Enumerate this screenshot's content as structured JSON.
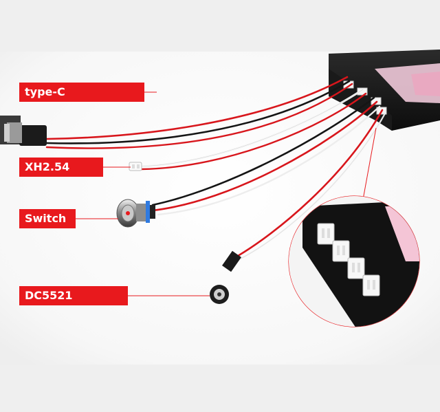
{
  "labels": {
    "type_c": "type-C",
    "xh254": "XH2.54",
    "switch": "Switch",
    "dc5521": "DC5521"
  },
  "colors": {
    "label_bg": "#e8191d",
    "label_text": "#ffffff",
    "wire_red": "#d8161c",
    "wire_black": "#151515",
    "wire_white": "#f7f7f7",
    "leader_line": "#e8191d"
  }
}
